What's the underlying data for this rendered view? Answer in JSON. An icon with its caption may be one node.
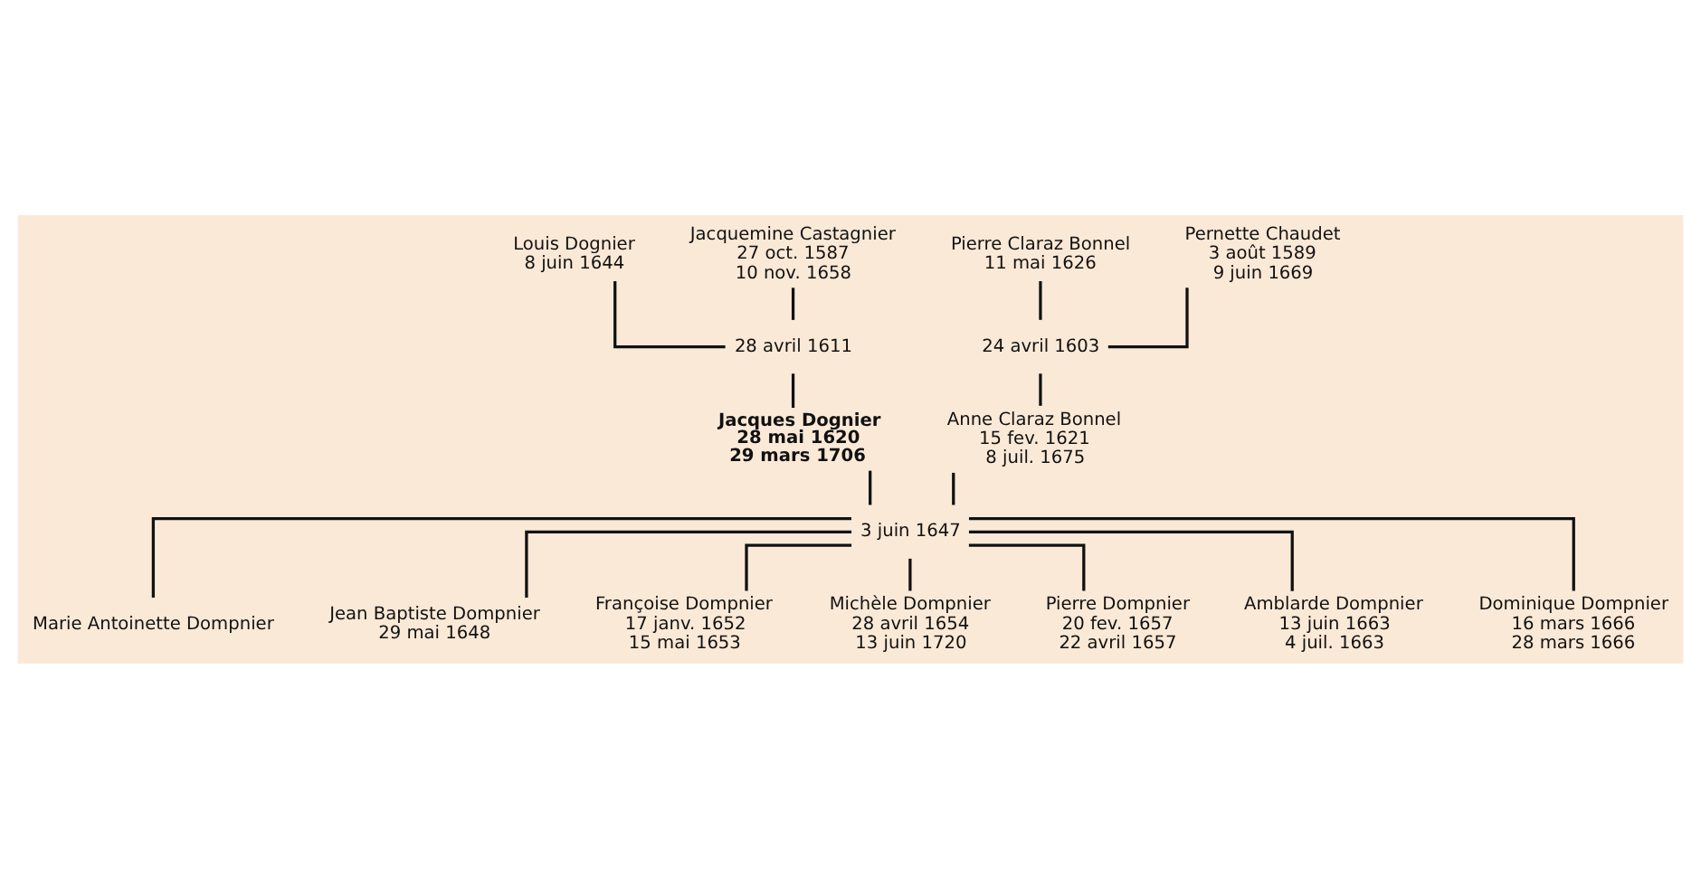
{
  "diagram": {
    "nodes": [
      {
        "text": [
          "Louis Dognier",
          "8 juin 1644"
        ]
      },
      {
        "text": [
          "Jacquemine Castagnier",
          "27 oct. 1587",
          "10 nov. 1658"
        ]
      },
      {
        "text": [
          "Pierre Claraz Bonnel",
          "11 mai 1626"
        ]
      },
      {
        "text": [
          "Pernette Chaudet",
          "3 août 1589",
          "9 juin 1669"
        ]
      },
      {
        "text": [
          "28 avril 1611"
        ]
      },
      {
        "text": [
          "24 avril 1603"
        ]
      },
      {
        "text": [
          "Jacques Dognier",
          "28 mai 1620",
          "29 mars 1706"
        ]
      },
      {
        "text": [
          "Anne Claraz Bonnel",
          "15 fev. 1621",
          "8 juil. 1675"
        ]
      },
      {
        "text": [
          "3 juin 1647"
        ]
      },
      {
        "text": [
          "Marie Antoinette Dompnier"
        ]
      },
      {
        "text": [
          "Jean Baptiste Dompnier",
          "29 mai 1648"
        ]
      },
      {
        "text": [
          "Françoise Dompnier",
          "17 janv. 1652",
          "15 mai 1653"
        ]
      },
      {
        "text": [
          "Michèle Dompnier",
          "28 avril 1654",
          "13 juin 1720"
        ]
      },
      {
        "text": [
          "Pierre Dompnier",
          "20 fev. 1657",
          "22 avril 1657"
        ]
      },
      {
        "text": [
          "Amblarde Dompnier",
          "13 juin 1663",
          "4 juil. 1663"
        ]
      },
      {
        "text": [
          "Dominique Dompnier",
          "16 mars 1666",
          "28 mars 1666"
        ]
      }
    ],
    "edges": [
      {
        "from": 0,
        "to": 4,
        "arrow": "none"
      },
      {
        "from": 1,
        "to": 4,
        "arrow": "none"
      },
      {
        "from": 2,
        "to": 5,
        "arrow": "none"
      },
      {
        "from": 3,
        "to": 5,
        "arrow": "none"
      },
      {
        "from": 4,
        "to": 6,
        "arrow": "none"
      },
      {
        "from": 5,
        "to": 7,
        "arrow": "none"
      },
      {
        "from": 6,
        "to": 8,
        "arrow": "none"
      },
      {
        "from": 7,
        "to": 8,
        "arrow": "none"
      },
      {
        "from": 8,
        "to": 9,
        "arrow": "none"
      },
      {
        "from": 8,
        "to": 10,
        "arrow": "none"
      },
      {
        "from": 8,
        "to": 11,
        "arrow": "none"
      },
      {
        "from": 8,
        "to": 12,
        "arrow": "none"
      },
      {
        "from": 8,
        "to": 13,
        "arrow": "none"
      },
      {
        "from": 8,
        "to": 14,
        "arrow": "none"
      },
      {
        "from": 8,
        "to": 15,
        "arrow": "none"
      }
    ]
  }
}
